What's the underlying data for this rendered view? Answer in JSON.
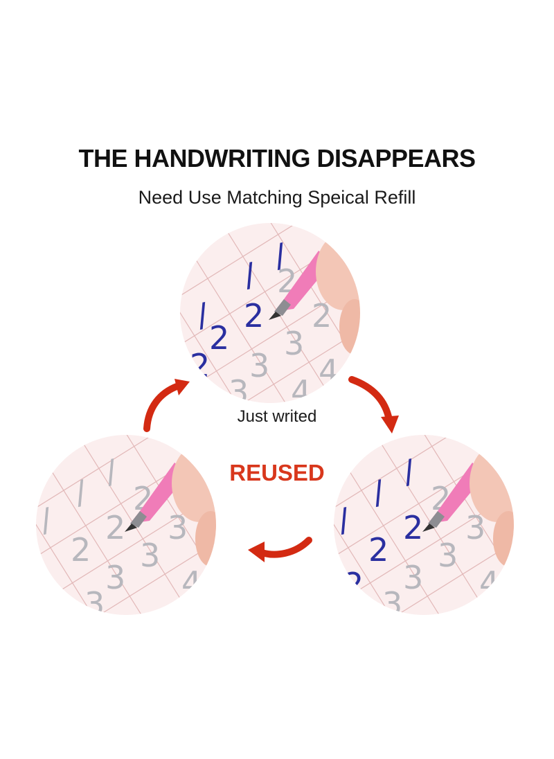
{
  "headline": "THE HANDWRITING DISAPPEARS",
  "subheadline": "Need Use Matching Speical Refill",
  "caption": "Just writed",
  "center_label": "REUSED",
  "colors": {
    "paper": "#fbeeee",
    "grid": "#e2b8b8",
    "ink_written": "#2a2fa0",
    "ink_faded": "#b7b7bd",
    "pen_pink": "#f07cb8",
    "pen_tip": "#8d8d92",
    "skin": "#f3c6b6",
    "arrow_red": "#d32a12",
    "label_red": "#d8371c"
  },
  "images": [
    {
      "name": "just-written-photo",
      "state": "written"
    },
    {
      "name": "disappearing-photo",
      "state": "faded"
    },
    {
      "name": "rewritten-photo",
      "state": "written"
    }
  ]
}
